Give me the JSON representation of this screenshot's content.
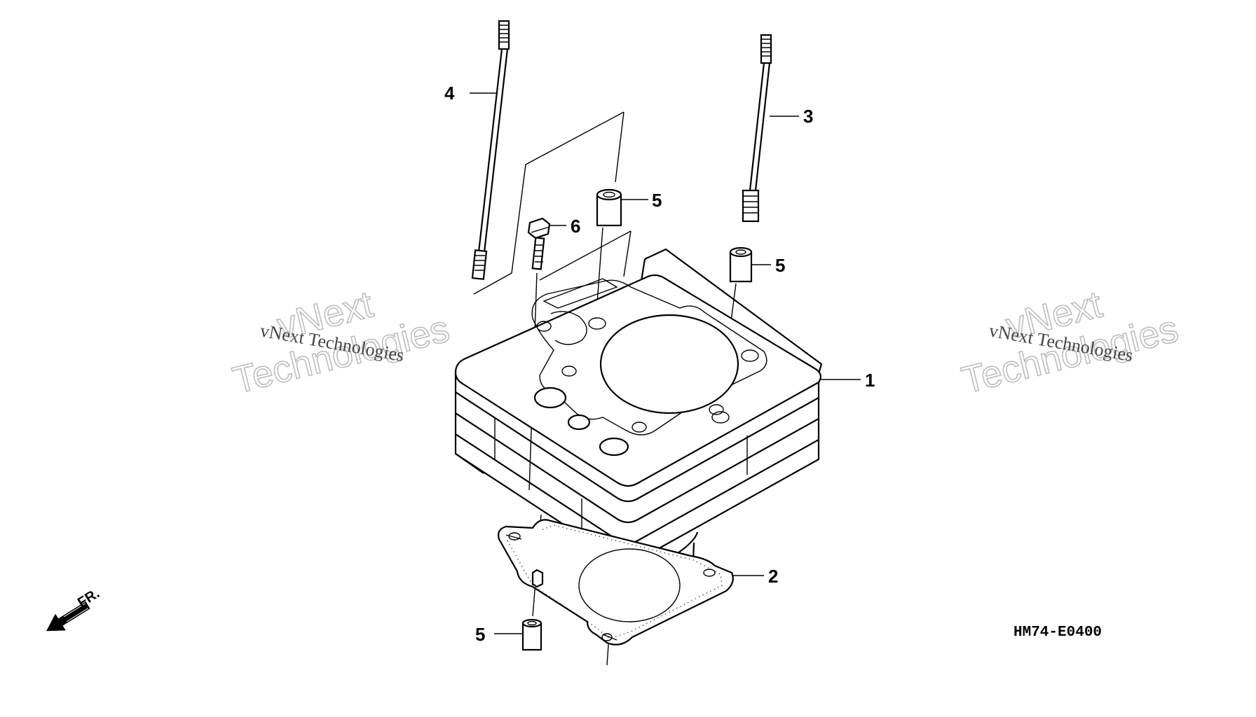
{
  "callouts": {
    "cylinder": "1",
    "gasket": "2",
    "stud_right": "3",
    "stud_left": "4",
    "dowel_top": "5",
    "dowel_right": "5",
    "dowel_bottom": "5",
    "bolt": "6"
  },
  "diagram_code": "HM74-E0400",
  "front_marker": "FR.",
  "watermark": {
    "line1": "vNext",
    "line2": "Technologies",
    "caption": "vNext Technologies"
  }
}
